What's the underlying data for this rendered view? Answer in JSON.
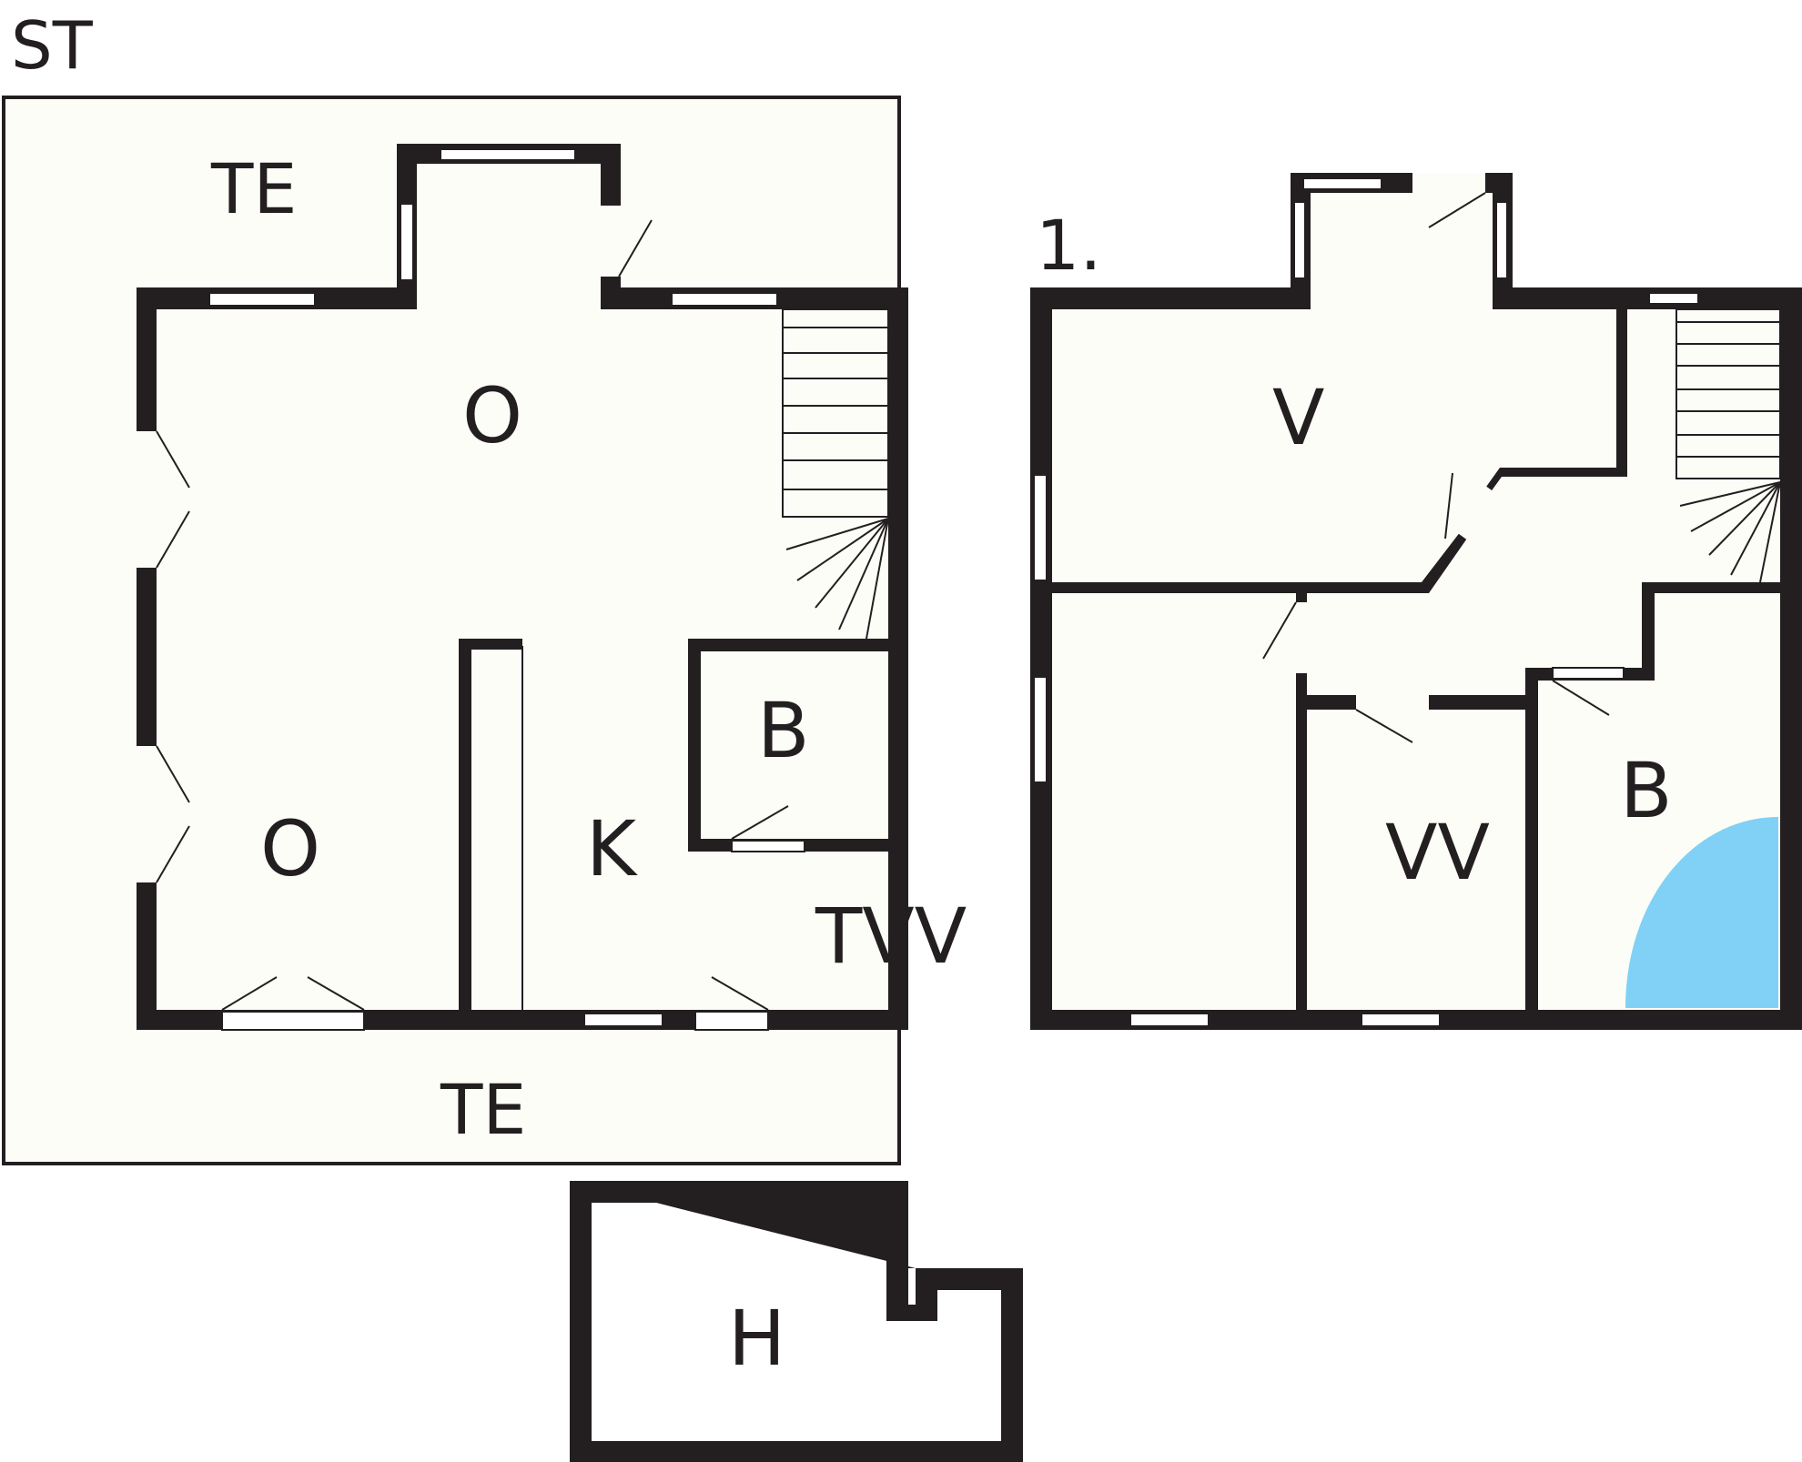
{
  "floors": {
    "ground": {
      "label": "ST",
      "rooms": {
        "terrace_top": "TE",
        "living_top": "O",
        "living_bottom": "O",
        "kitchen": "K",
        "bathroom": "B",
        "laundry": "TVV",
        "terrace_bottom": "TE"
      }
    },
    "first": {
      "label": "1.",
      "rooms": {
        "room_top": "V",
        "laundry": "VV",
        "bathroom": "B"
      }
    },
    "shed": {
      "rooms": {
        "shed": "H"
      }
    }
  },
  "colors": {
    "wall": "#231f20",
    "floor": "#fdfdf8",
    "shower": "#80d1f5"
  }
}
